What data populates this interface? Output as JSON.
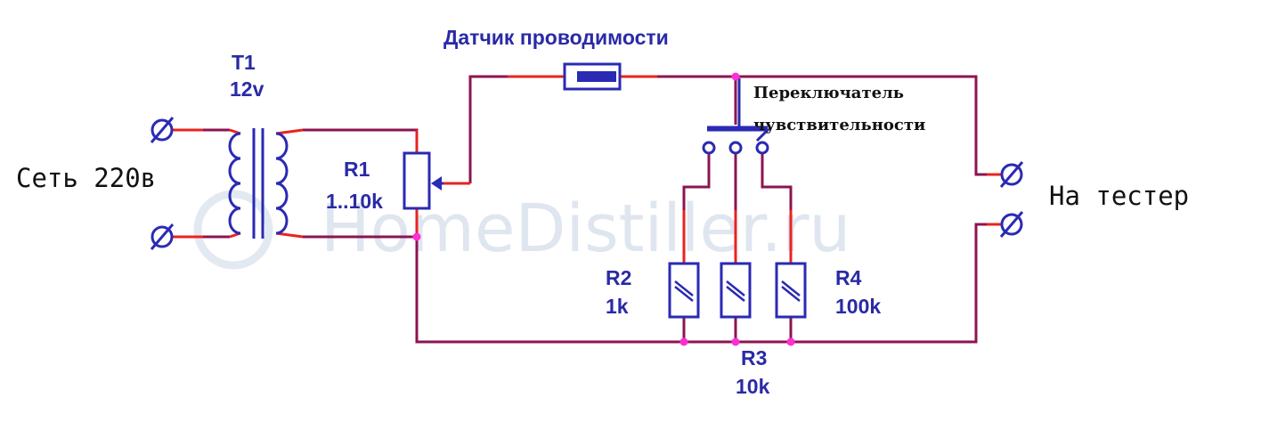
{
  "watermark": {
    "text": "HomeDistiller.ru"
  },
  "colors": {
    "wire": "#8c1452",
    "lead": "#e8231f",
    "component": "#2a2ab4",
    "node": "#ff2fd3",
    "watermark": "#dfe6ef"
  },
  "labels": {
    "mains": "Сеть 220в",
    "tester": "На тестер",
    "sensor": "Датчик проводимости",
    "switch_line1": "Переключатель",
    "switch_line2": "чувствительности",
    "t1_name": "T1",
    "t1_value": "12v",
    "r1_name": "R1",
    "r1_value": "1..10k",
    "r2_name": "R2",
    "r2_value": "1k",
    "r3_name": "R3",
    "r3_value": "10k",
    "r4_name": "R4",
    "r4_value": "100k"
  }
}
